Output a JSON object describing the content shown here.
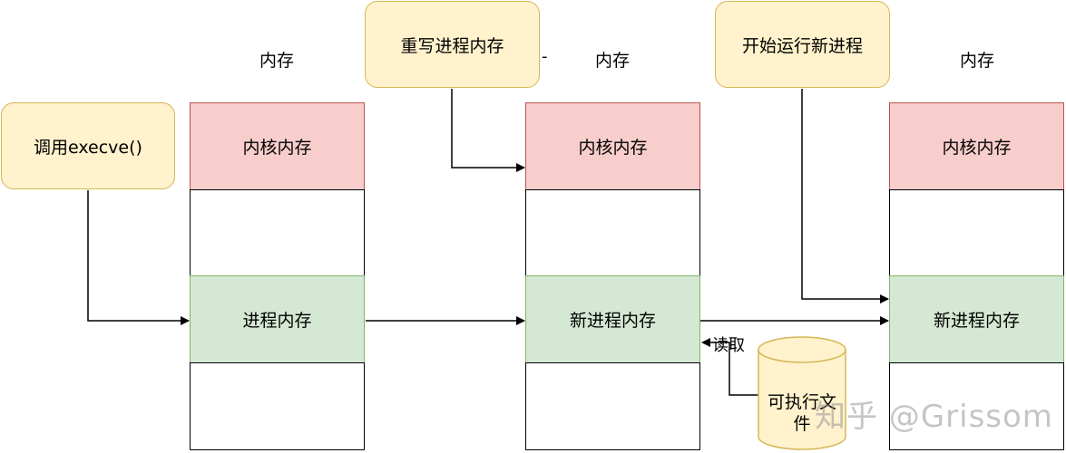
{
  "notes": {
    "call_execve": "调用execve()",
    "rewrite": "重写进程内存",
    "start_new": "开始运行新进程"
  },
  "memory_label": "内存",
  "columns": [
    {
      "blocks": [
        "内核内存",
        "",
        "进程内存",
        ""
      ]
    },
    {
      "blocks": [
        "内核内存",
        "",
        "新进程内存",
        ""
      ]
    },
    {
      "blocks": [
        "内核内存",
        "",
        "新进程内存",
        ""
      ]
    }
  ],
  "read_label": "读取",
  "file_label": "可执行文件",
  "watermark": "知乎 @Grissom",
  "dash_mark": "-"
}
